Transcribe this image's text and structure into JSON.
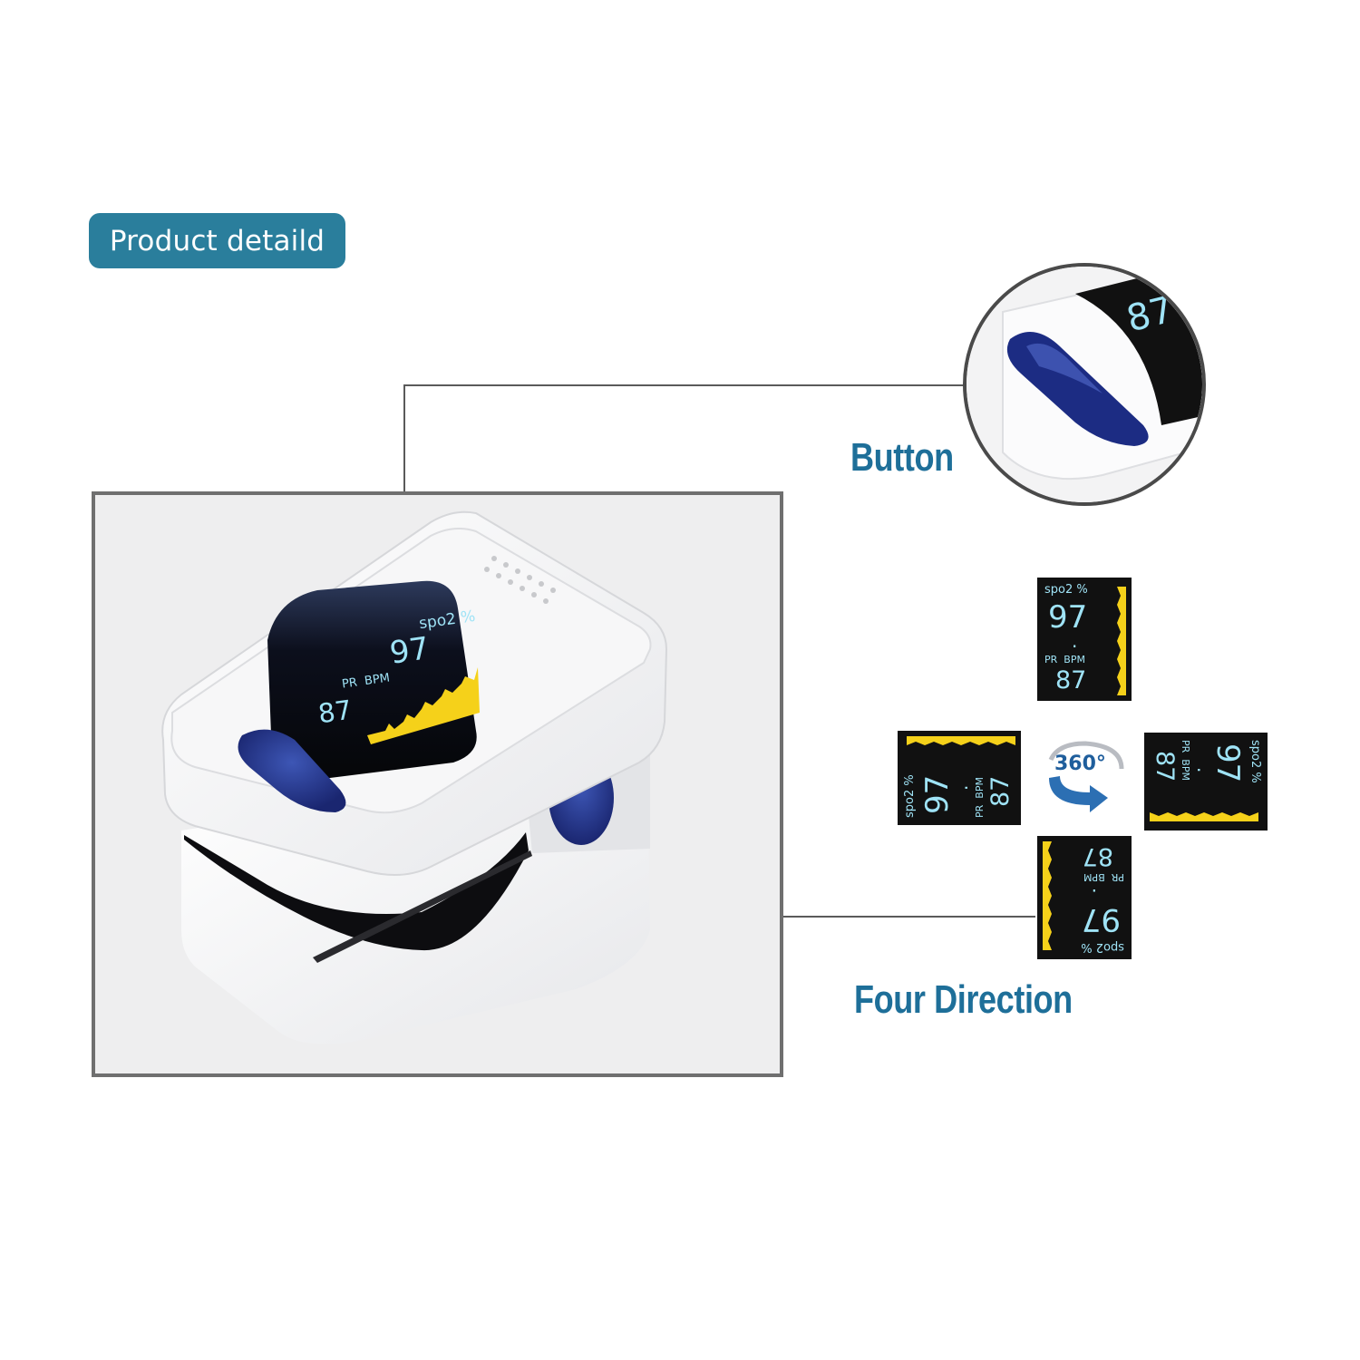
{
  "header": {
    "badge_label": "Product detaild"
  },
  "colors": {
    "accent": "#2a7e9c",
    "label_blue": "#1e6f99",
    "button_blue": "#1f2f7e",
    "wave_yellow": "#f5d11a",
    "digit_cyan": "#9fe3f6"
  },
  "display": {
    "spo2_label": "spo2",
    "spo2_sub": "2",
    "percent": "%",
    "spo2_value": "97",
    "pr_label": "PR",
    "bpm_label": "BPM",
    "pr_value": "87"
  },
  "zoom": {
    "value": "87"
  },
  "callouts": {
    "button_label": "Button",
    "four_direction_label": "Four Direction",
    "rotation_label": "360°"
  }
}
